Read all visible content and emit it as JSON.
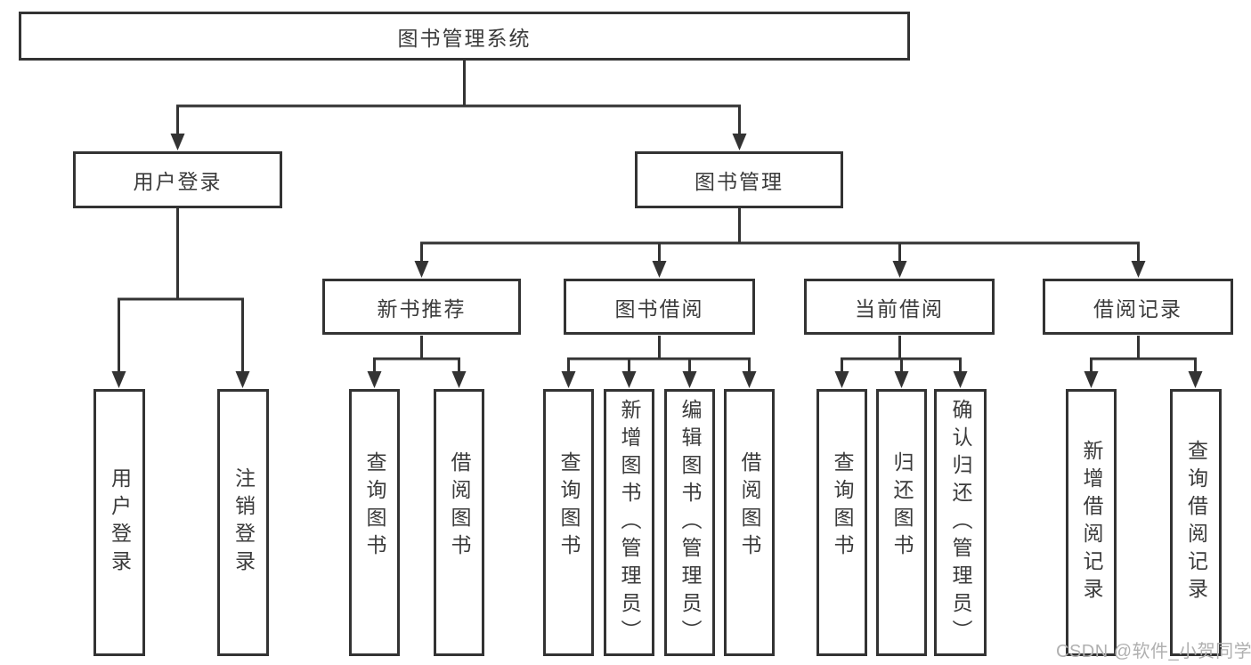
{
  "title": "图书管理系统",
  "branches": [
    {
      "label": "用户登录",
      "children": [
        {
          "label": "用户登录"
        },
        {
          "label": "注销登录"
        }
      ]
    },
    {
      "label": "图书管理",
      "sections": [
        {
          "label": "新书推荐",
          "children": [
            {
              "label": "查询图书"
            },
            {
              "label": "借阅图书"
            }
          ]
        },
        {
          "label": "图书借阅",
          "children": [
            {
              "label": "查询图书"
            },
            {
              "label": "新增图书（管理员）"
            },
            {
              "label": "编辑图书（管理员）"
            },
            {
              "label": "借阅图书"
            }
          ]
        },
        {
          "label": "当前借阅",
          "children": [
            {
              "label": "查询图书"
            },
            {
              "label": "归还图书"
            },
            {
              "label": "确认归还（管理员）"
            }
          ]
        },
        {
          "label": "借阅记录",
          "children": [
            {
              "label": "新增借阅记录"
            },
            {
              "label": "查询借阅记录"
            }
          ]
        }
      ]
    }
  ],
  "watermark": "CSDN @软件_小贺同学",
  "colors": {
    "line": "#333333",
    "border": "#333333",
    "text": "#3b3b3b",
    "watermark": "#b0b0b0",
    "background": "#ffffff"
  }
}
